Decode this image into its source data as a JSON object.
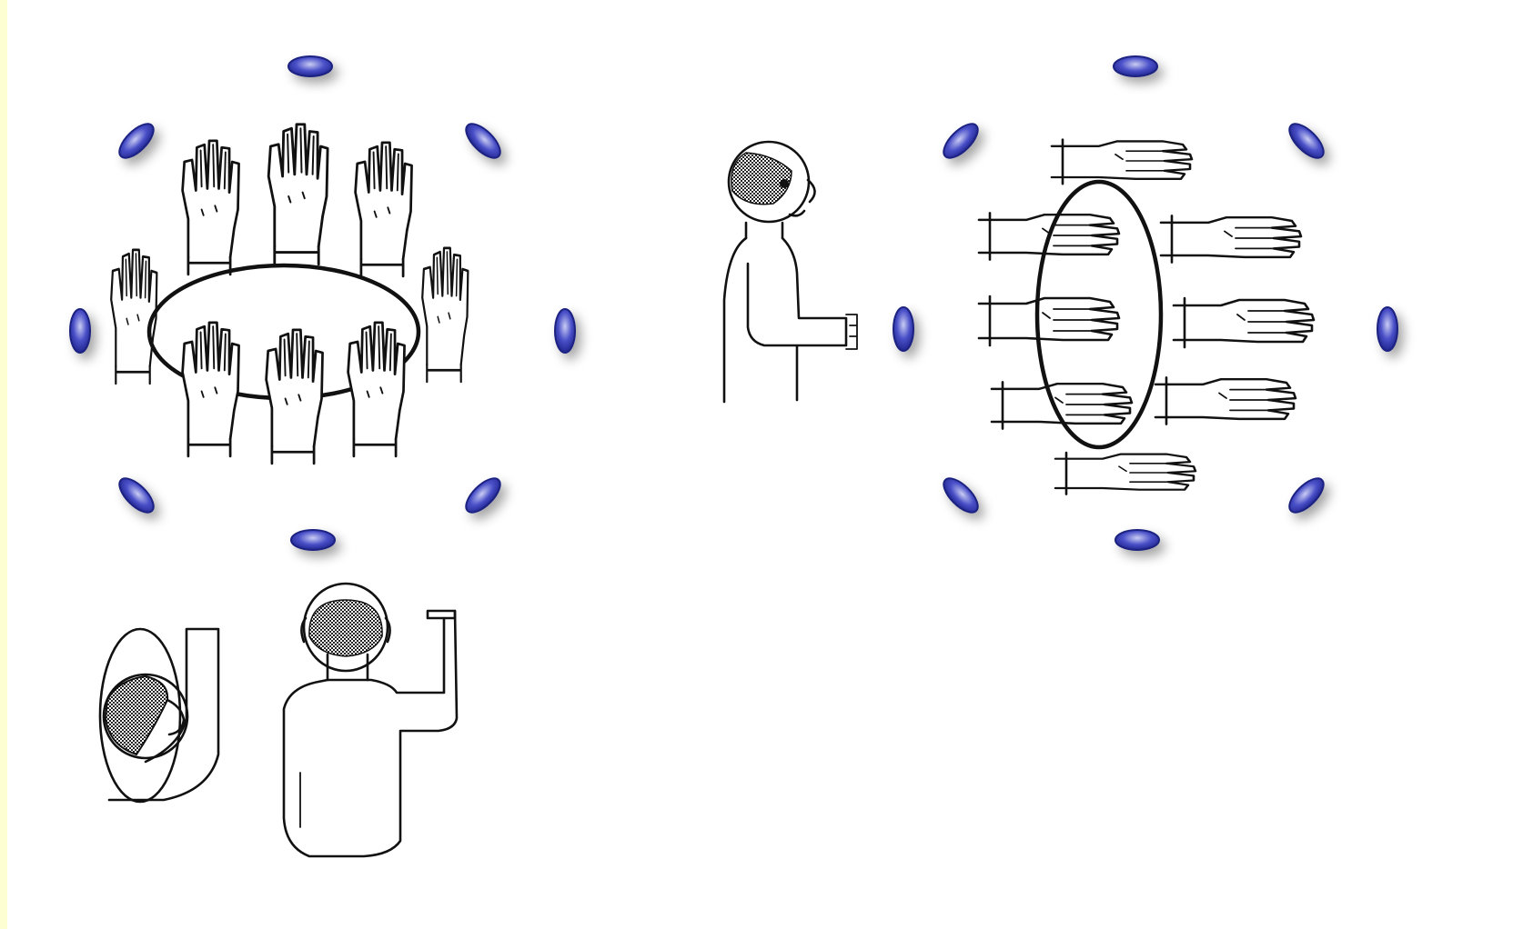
{
  "figures": [
    {
      "id": "fig-a",
      "description_free": true,
      "movement": "circle-horizontal",
      "marker_color": "#2a2fa5"
    },
    {
      "id": "fig-b",
      "movement": "circle-vertical",
      "marker_color": "#2a2fa5"
    }
  ],
  "colors": {
    "marker": "#2a2fa5",
    "marker_highlight": "#c9ccf3",
    "ink": "#111111",
    "side_strip": "#fdffd2"
  }
}
